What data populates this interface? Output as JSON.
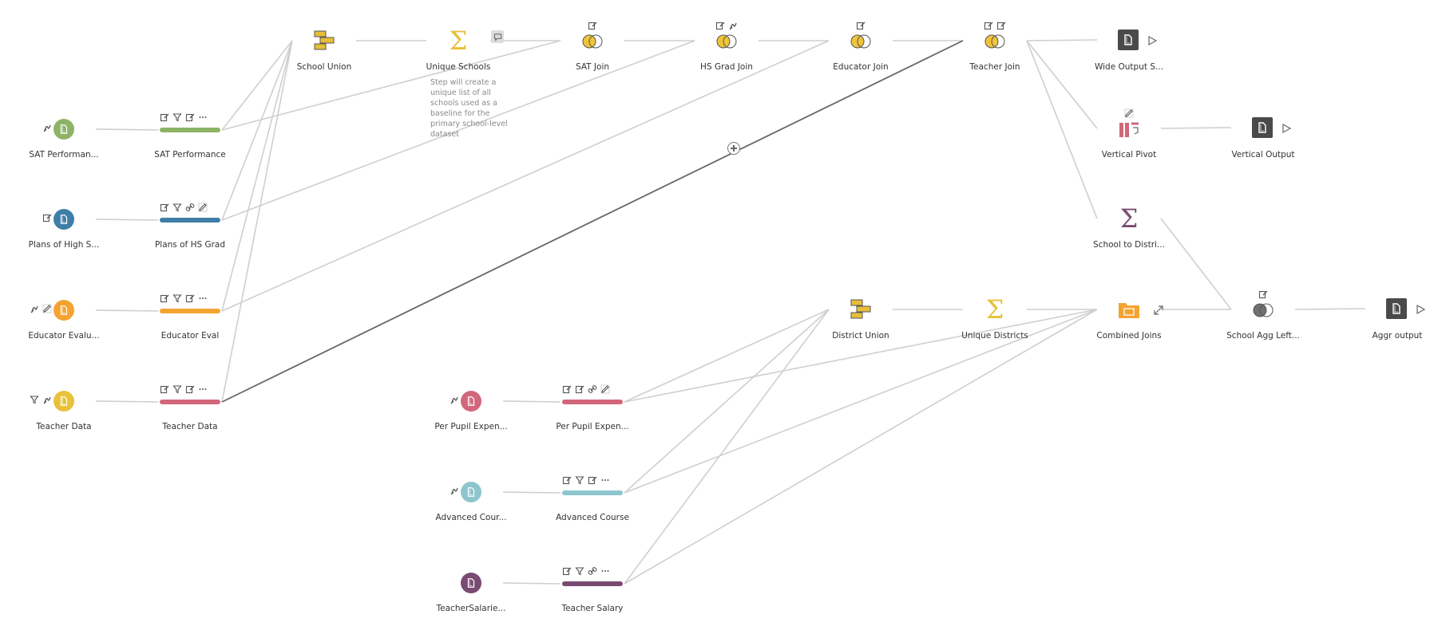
{
  "colors": {
    "green": "#8db366",
    "blue": "#3f7ea6",
    "orange": "#f4a331",
    "yellow": "#e7c23a",
    "red": "#d2667a",
    "teal": "#8ec5cf",
    "purple": "#7a4b72",
    "union": "#e8be3a",
    "sigma_yellow": "#e6c13a",
    "sigma_purple": "#7a4b72",
    "join_yellow": "#f0c43a",
    "join_gray": "#707070",
    "output": "#4a4a4a",
    "link": "#cfcfcf",
    "link_dark": "#666666"
  },
  "flow": {
    "nodes": [
      {
        "id": "sat_in",
        "label": "SAT Performan...",
        "kind": "input",
        "color": "green",
        "icons": [
          "clean-icon"
        ]
      },
      {
        "id": "hs_in",
        "label": "Plans of High S...",
        "kind": "input",
        "color": "blue",
        "icons": [
          "rename-icon"
        ]
      },
      {
        "id": "edu_in",
        "label": "Educator Evalu...",
        "kind": "input",
        "color": "orange",
        "icons": [
          "clean-icon",
          "edit-icon"
        ]
      },
      {
        "id": "teach_in",
        "label": "Teacher Data",
        "kind": "input",
        "color": "yellow",
        "icons": [
          "filter-icon",
          "clean-icon"
        ]
      },
      {
        "id": "pp_in",
        "label": "Per Pupil Expen...",
        "kind": "input",
        "color": "red",
        "icons": [
          "clean-icon"
        ]
      },
      {
        "id": "adv_in",
        "label": "Advanced Cour...",
        "kind": "input",
        "color": "teal",
        "icons": [
          "clean-icon"
        ]
      },
      {
        "id": "sal_in",
        "label": "TeacherSalarie...",
        "kind": "input",
        "color": "purple",
        "icons": []
      },
      {
        "id": "sat_clean",
        "label": "SAT Performance",
        "kind": "clean",
        "color": "green",
        "icons": [
          "rename-icon",
          "filter-icon",
          "rename-icon",
          "more-icon"
        ]
      },
      {
        "id": "hs_clean",
        "label": "Plans of HS Grad",
        "kind": "clean",
        "color": "blue",
        "icons": [
          "rename-icon",
          "filter-icon",
          "link-icon",
          "edit-icon"
        ]
      },
      {
        "id": "edu_clean",
        "label": "Educator Eval",
        "kind": "clean",
        "color": "orange",
        "icons": [
          "rename-icon",
          "filter-icon",
          "rename-icon",
          "more-icon"
        ]
      },
      {
        "id": "teach_clean",
        "label": "Teacher Data",
        "kind": "clean",
        "color": "red",
        "icons": [
          "rename-icon",
          "filter-icon",
          "rename-icon",
          "more-icon"
        ]
      },
      {
        "id": "pp_clean",
        "label": "Per Pupil Expen...",
        "kind": "clean",
        "color": "red",
        "icons": [
          "rename-icon",
          "rename-icon",
          "link-icon",
          "edit-icon"
        ]
      },
      {
        "id": "adv_clean",
        "label": "Advanced Course",
        "kind": "clean",
        "color": "teal",
        "icons": [
          "rename-icon",
          "filter-icon",
          "rename-icon",
          "more-icon"
        ]
      },
      {
        "id": "sal_clean",
        "label": "Teacher Salary",
        "kind": "clean",
        "color": "purple",
        "icons": [
          "rename-icon",
          "filter-icon",
          "link-icon",
          "more-icon"
        ]
      },
      {
        "id": "school_union",
        "label": "School Union",
        "kind": "union",
        "color": "union",
        "icons": []
      },
      {
        "id": "unique_schools",
        "label": "Unique Schools",
        "kind": "aggregate",
        "color": "sigma_yellow",
        "icons": [],
        "comment": true
      },
      {
        "id": "sat_join",
        "label": "SAT Join",
        "kind": "join",
        "color": "join_yellow",
        "icons": [
          "rename-icon"
        ]
      },
      {
        "id": "hs_join",
        "label": "HS Grad Join",
        "kind": "join",
        "color": "join_yellow",
        "icons": [
          "rename-icon",
          "clean-icon"
        ]
      },
      {
        "id": "edu_join",
        "label": "Educator Join",
        "kind": "join",
        "color": "join_yellow",
        "icons": [
          "rename-icon"
        ]
      },
      {
        "id": "teach_join",
        "label": "Teacher Join",
        "kind": "join",
        "color": "join_yellow",
        "icons": [
          "rename-icon",
          "rename-icon"
        ]
      },
      {
        "id": "wide_out",
        "label": "Wide Output S...",
        "kind": "output",
        "color": "output",
        "icons": []
      },
      {
        "id": "vert_pivot",
        "label": "Vertical Pivot",
        "kind": "pivot",
        "color": "red",
        "icons": [
          "edit-icon"
        ]
      },
      {
        "id": "vert_out",
        "label": "Vertical Output",
        "kind": "output",
        "color": "output",
        "icons": []
      },
      {
        "id": "school_district",
        "label": "School to Distri...",
        "kind": "aggregate",
        "color": "sigma_purple",
        "icons": []
      },
      {
        "id": "district_union",
        "label": "District Union",
        "kind": "union",
        "color": "union",
        "icons": []
      },
      {
        "id": "unique_districts",
        "label": "Unique Districts",
        "kind": "aggregate",
        "color": "sigma_yellow",
        "icons": []
      },
      {
        "id": "combined",
        "label": "Combined Joins",
        "kind": "container",
        "color": "orange",
        "icons": []
      },
      {
        "id": "school_agg",
        "label": "School Agg Left...",
        "kind": "join",
        "color": "join_gray",
        "icons": [
          "rename-icon"
        ]
      },
      {
        "id": "aggr_out",
        "label": "Aggr output",
        "kind": "output",
        "color": "output",
        "icons": []
      }
    ],
    "links": [
      [
        "sat_in",
        "sat_clean"
      ],
      [
        "hs_in",
        "hs_clean"
      ],
      [
        "edu_in",
        "edu_clean"
      ],
      [
        "teach_in",
        "teach_clean"
      ],
      [
        "pp_in",
        "pp_clean"
      ],
      [
        "adv_in",
        "adv_clean"
      ],
      [
        "sal_in",
        "sal_clean"
      ],
      [
        "sat_clean",
        "school_union"
      ],
      [
        "hs_clean",
        "school_union"
      ],
      [
        "edu_clean",
        "school_union"
      ],
      [
        "teach_clean",
        "school_union"
      ],
      [
        "school_union",
        "unique_schools"
      ],
      [
        "unique_schools",
        "sat_join"
      ],
      [
        "sat_clean",
        "sat_join"
      ],
      [
        "sat_join",
        "hs_join"
      ],
      [
        "hs_clean",
        "hs_join"
      ],
      [
        "hs_join",
        "edu_join"
      ],
      [
        "edu_clean",
        "edu_join"
      ],
      [
        "edu_join",
        "teach_join"
      ],
      [
        "teach_clean",
        "teach_join",
        "dark"
      ],
      [
        "teach_join",
        "wide_out"
      ],
      [
        "teach_join",
        "vert_pivot"
      ],
      [
        "teach_join",
        "school_district"
      ],
      [
        "vert_pivot",
        "vert_out"
      ],
      [
        "pp_clean",
        "district_union"
      ],
      [
        "adv_clean",
        "district_union"
      ],
      [
        "sal_clean",
        "district_union"
      ],
      [
        "district_union",
        "unique_districts"
      ],
      [
        "unique_districts",
        "combined"
      ],
      [
        "pp_clean",
        "combined"
      ],
      [
        "adv_clean",
        "combined"
      ],
      [
        "sal_clean",
        "combined"
      ],
      [
        "combined",
        "school_agg"
      ],
      [
        "school_district",
        "school_agg"
      ],
      [
        "school_agg",
        "aggr_out"
      ]
    ]
  },
  "note": {
    "text": "Step will create a unique list of all schools used as a baseline for the primary school-level dataset"
  }
}
